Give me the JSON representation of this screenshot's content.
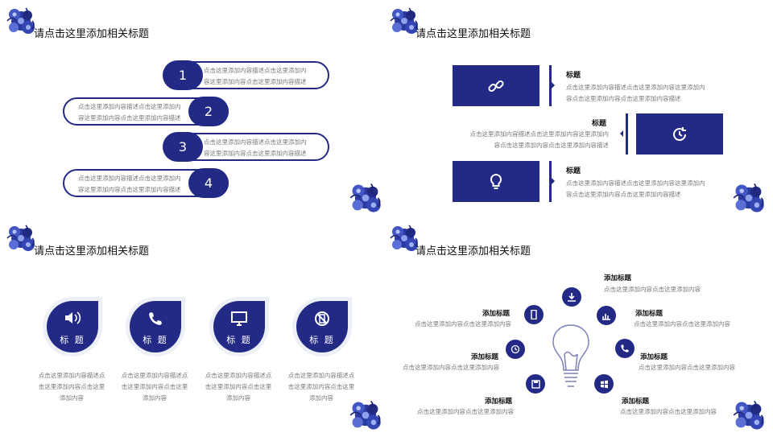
{
  "slide1": {
    "title": "请点击这里添加相关标题",
    "items": [
      {
        "num": "1",
        "line1": "点击这里添加内容描述点击这里添加内",
        "line2": "容这里添加内容点击这里添加内容描述"
      },
      {
        "num": "2",
        "line1": "点击这里添加内容描述点击这里添加内",
        "line2": "容这里添加内容点击这里添加内容描述"
      },
      {
        "num": "3",
        "line1": "点击这里添加内容描述点击这里添加内",
        "line2": "容这里添加内容点击这里添加内容描述"
      },
      {
        "num": "4",
        "line1": "点击这里添加内容描述点击这里添加内",
        "line2": "容这里添加内容点击这里添加内容描述"
      }
    ]
  },
  "slide2": {
    "title": "请点击这里添加相关标题",
    "rows": [
      {
        "heading": "标题",
        "line1": "点击这里添加内容描述点击这里添加内容这里添加内",
        "line2": "容点击这里添加内容点击这里添加内容描述",
        "icon": "link-icon"
      },
      {
        "heading": "标题",
        "line1": "点击这里添加内容描述点击这里添加内容这里添加内",
        "line2": "容点击这里添加内容点击这里添加内容描述",
        "icon": "refresh-clock-icon"
      },
      {
        "heading": "标题",
        "line1": "点击这里添加内容描述点击这里添加内容这里添加内",
        "line2": "容点击这里添加内容点击这里添加内容描述",
        "icon": "lightbulb-icon"
      }
    ]
  },
  "slide3": {
    "title": "请点击这里添加相关标题",
    "cards": [
      {
        "label": "标 题",
        "icon": "speaker-icon",
        "line1": "点击这里添加内容描述点",
        "line2": "击这里添加内容点击这里",
        "line3": "添加内容"
      },
      {
        "label": "标 题",
        "icon": "phone-icon",
        "line1": "点击这里添加内容描述点",
        "line2": "击这里添加内容点击这里",
        "line3": "添加内容"
      },
      {
        "label": "标 题",
        "icon": "monitor-icon",
        "line1": "点击这里添加内容描述点",
        "line2": "击这里添加内容点击这里",
        "line3": "添加内容"
      },
      {
        "label": "标 题",
        "icon": "no-mobile-icon",
        "line1": "点击这里添加内容描述点",
        "line2": "击这里添加内容点击这里",
        "line3": "添加内容"
      }
    ]
  },
  "slide4": {
    "title": "请点击这里添加相关标题",
    "labels": [
      {
        "heading": "添加标题",
        "text": "点击这里添加内容点击这里添加内容",
        "icon": "download-icon"
      },
      {
        "heading": "添加标题",
        "text": "点击这里添加内容点击这里添加内容",
        "icon": "mobile-icon"
      },
      {
        "heading": "添加标题",
        "text": "点击这里添加内容点击这里添加内容",
        "icon": "chart-icon"
      },
      {
        "heading": "添加标题",
        "text": "点击这里添加内容点击这里添加内容",
        "icon": "clock-icon"
      },
      {
        "heading": "添加标题",
        "text": "点击这里添加内容点击这里添加内容",
        "icon": "phone-icon"
      },
      {
        "heading": "添加标题",
        "text": "点击这里添加内容点击这里添加内容",
        "icon": "save-icon"
      },
      {
        "heading": "添加标题",
        "text": "点击这里添加内容点击这里添加内容",
        "icon": "windows-icon"
      }
    ]
  },
  "colors": {
    "navy": "#232a86",
    "text_grey": "#7a7a7a"
  }
}
